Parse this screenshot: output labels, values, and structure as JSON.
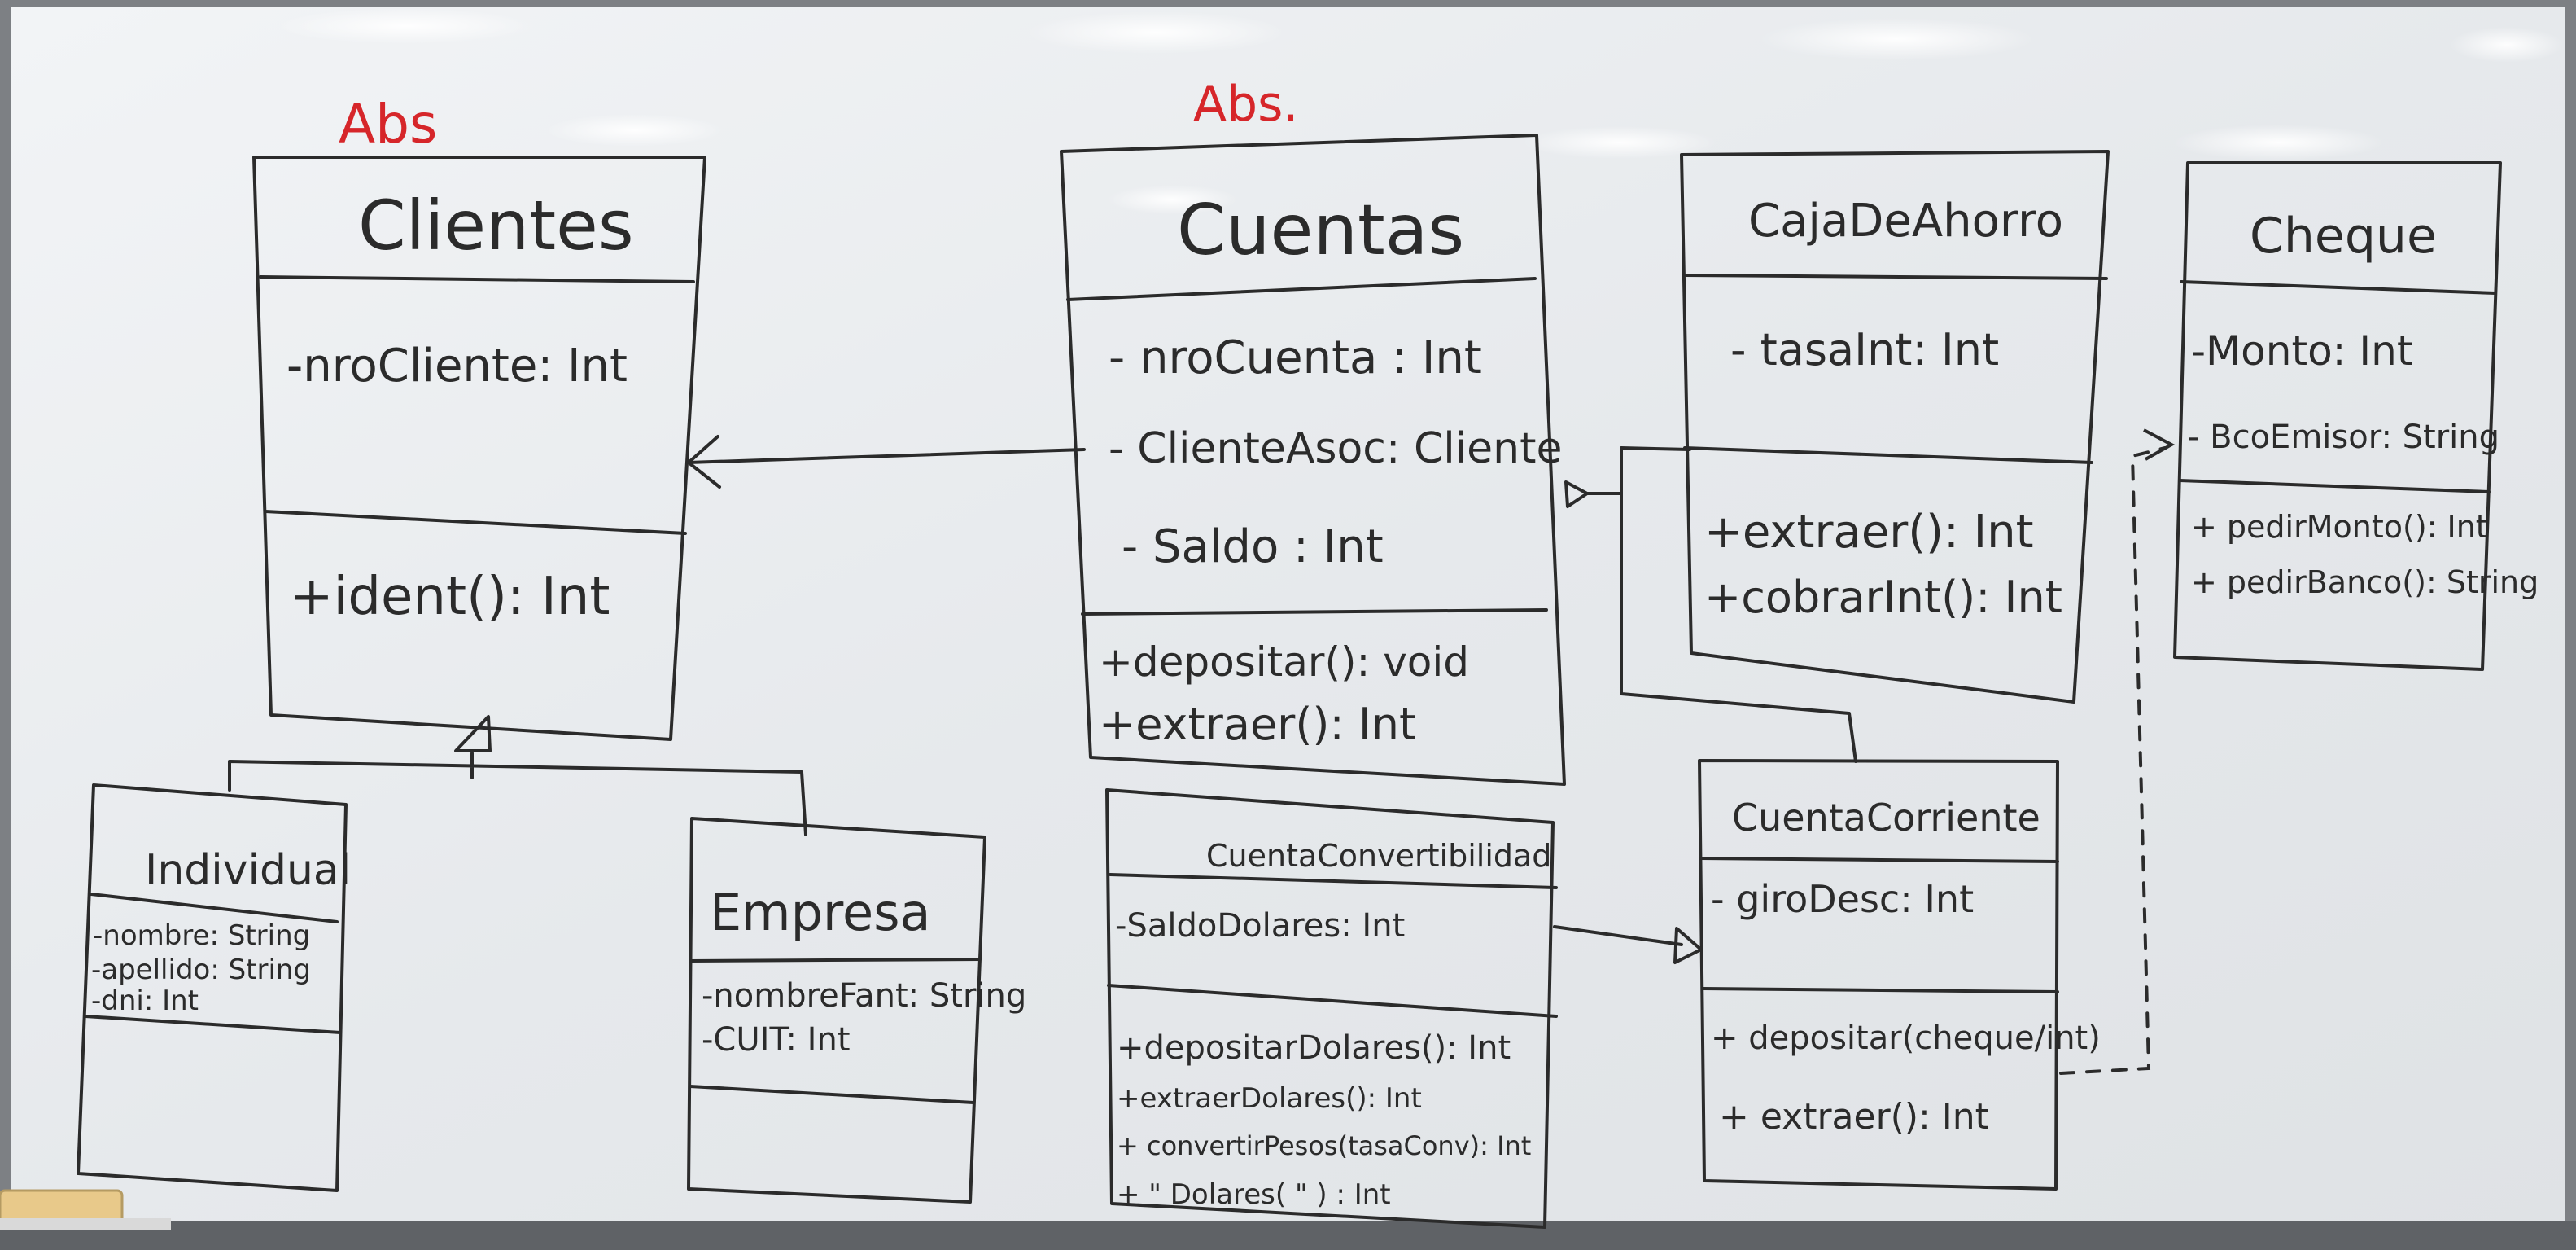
{
  "annotations": {
    "abs_clientes": "Abs",
    "abs_cuentas": "Abs."
  },
  "classes": {
    "clientes": {
      "name": "Clientes",
      "attributes": [
        "-nroCliente: Int"
      ],
      "methods": [
        "+ident(): Int"
      ]
    },
    "cuentas": {
      "name": "Cuentas",
      "attributes": [
        "- nroCuenta : Int",
        "- ClienteAsoc: Cliente",
        "- Saldo : Int"
      ],
      "methods": [
        "+depositar(): void",
        "+extraer(): Int"
      ]
    },
    "caja_de_ahorro": {
      "name": "CajaDeAhorro",
      "attributes": [
        "- tasaInt: Int"
      ],
      "methods": [
        "+extraer(): Int",
        "+cobrarInt(): Int"
      ]
    },
    "cheque": {
      "name": "Cheque",
      "attributes": [
        "-Monto: Int",
        "- BcoEmisor: String"
      ],
      "methods": [
        "+ pedirMonto(): Int",
        "+ pedirBanco(): String"
      ]
    },
    "individual": {
      "name": "Individual",
      "attributes": [
        "-nombre: String",
        "-apellido: String",
        "-dni: Int"
      ],
      "methods": []
    },
    "empresa": {
      "name": "Empresa",
      "attributes": [
        "-nombreFant: String",
        "-CUIT: Int"
      ],
      "methods": []
    },
    "cuenta_convertibilidad": {
      "name": "CuentaConvertibilidad",
      "attributes": [
        "-SaldoDolares: Int"
      ],
      "methods": [
        "+depositarDolares(): Int",
        "+extraerDolares(): Int",
        "+ convertirPesos(tasaConv): Int",
        "+ \" Dolares( \" ) : Int"
      ]
    },
    "cuenta_corriente": {
      "name": "CuentaCorriente",
      "attributes": [
        "- giroDesc: Int"
      ],
      "methods": [
        "+ depositar(cheque/int)",
        "+ extraer(): Int"
      ]
    }
  },
  "colors": {
    "whiteboard": "#e9ecef",
    "marker": "#2b2b2b",
    "red_marker": "#d6262a",
    "frame": "#8f9397",
    "eraser": "#e8c98a"
  }
}
